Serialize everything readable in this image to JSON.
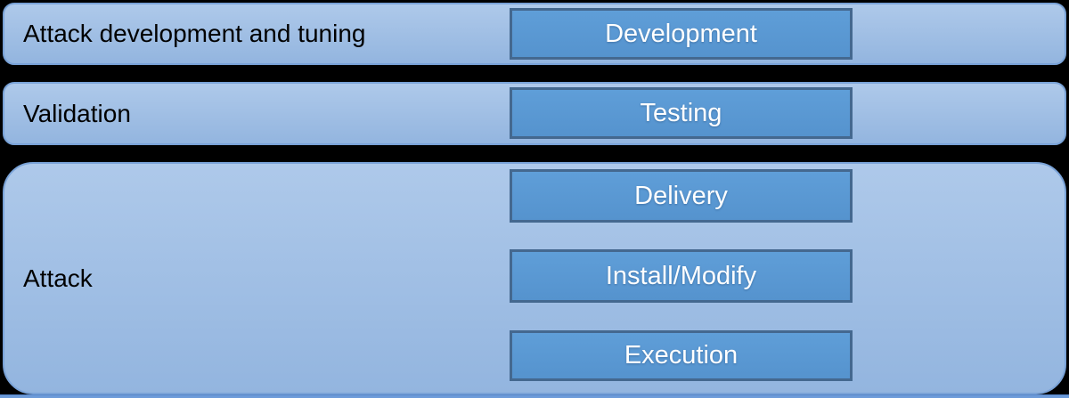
{
  "diagram": {
    "title": "attack-lifecycle-phases"
  },
  "rows": [
    {
      "label": "Attack development and tuning",
      "stages": [
        "Development"
      ]
    },
    {
      "label": "Validation",
      "stages": [
        "Testing"
      ]
    },
    {
      "label": "Attack",
      "stages": [
        "Delivery",
        "Install/Modify",
        "Execution"
      ]
    }
  ],
  "colors": {
    "background": "#000000",
    "row_fill_top": "#aec9ea",
    "row_fill_bottom": "#93b5df",
    "row_border": "#7aa3d8",
    "stage_fill_top": "#5f9ed8",
    "stage_fill_bottom": "#5593ce",
    "stage_border": "#44688f",
    "stage_text": "#ffffff",
    "label_text": "#000000",
    "bottom_strip": "#6d9bd9",
    "bottom_strip_edge": "#5585c8"
  }
}
